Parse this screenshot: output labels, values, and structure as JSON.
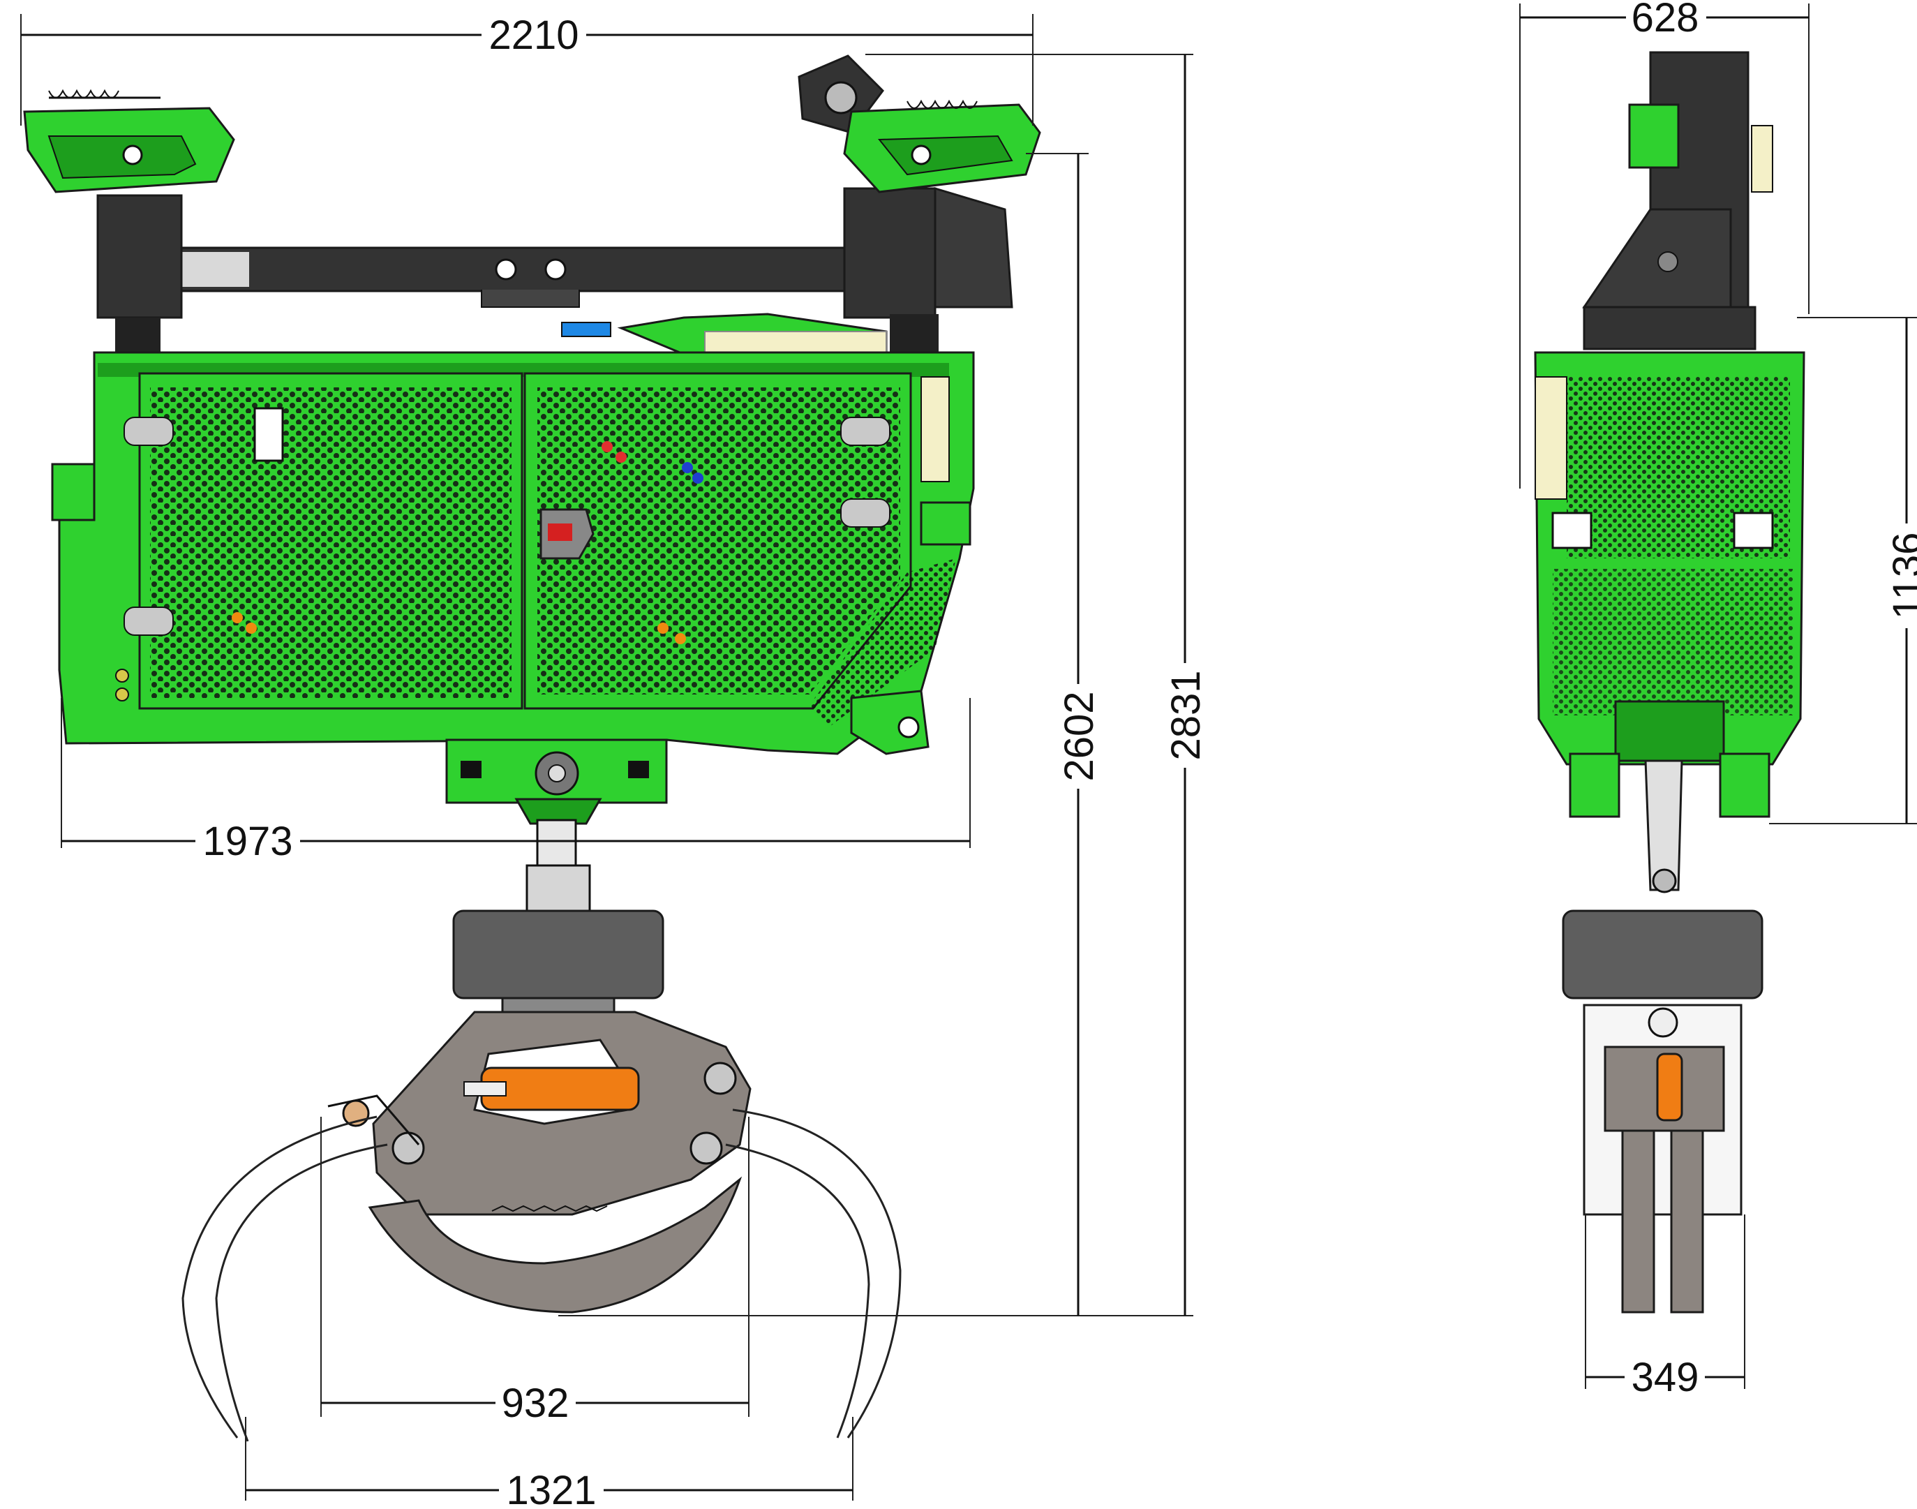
{
  "colors": {
    "body_green": "#2fd12f",
    "dark_green": "#1d9e1d",
    "steel_dark": "#3a3a3a",
    "steel_grey": "#8c8580",
    "rotator_grey": "#5e5e5e",
    "cylinder_orange": "#f07d14",
    "background": "#ffffff"
  },
  "dimensions": {
    "front_view": {
      "overall_width": "2210",
      "body_width": "1973",
      "height_to_pad": "2602",
      "overall_height": "2831",
      "jaw_inner_width": "932",
      "jaw_outer_width": "1321"
    },
    "side_view": {
      "overall_width": "628",
      "body_height": "1136",
      "grapple_width": "349"
    }
  }
}
